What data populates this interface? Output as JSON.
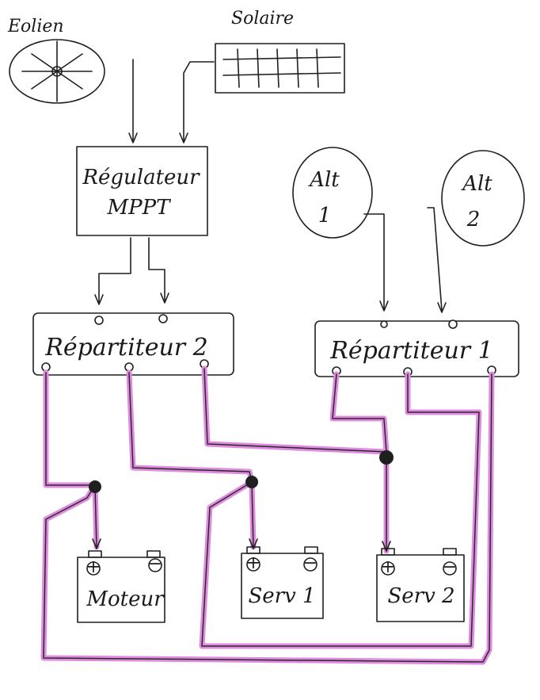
{
  "labels": {
    "eolien": "Eolien",
    "solaire": "Solaire",
    "regulateur_line1": "Régulateur",
    "regulateur_line2": "MPPT",
    "alt1_line1": "Alt",
    "alt1_line2": "1",
    "alt2_line1": "Alt",
    "alt2_line2": "2",
    "repartiteur2": "Répartiteur 2",
    "repartiteur1": "Répartiteur 1",
    "battery_moteur": "Moteur",
    "battery_serv1": "Serv 1",
    "battery_serv2": "Serv 2",
    "plus": "+",
    "minus": "−"
  },
  "colors": {
    "ink": "#1f1f1f",
    "negative_wire": "#e08be0",
    "background": "#ffffff"
  }
}
